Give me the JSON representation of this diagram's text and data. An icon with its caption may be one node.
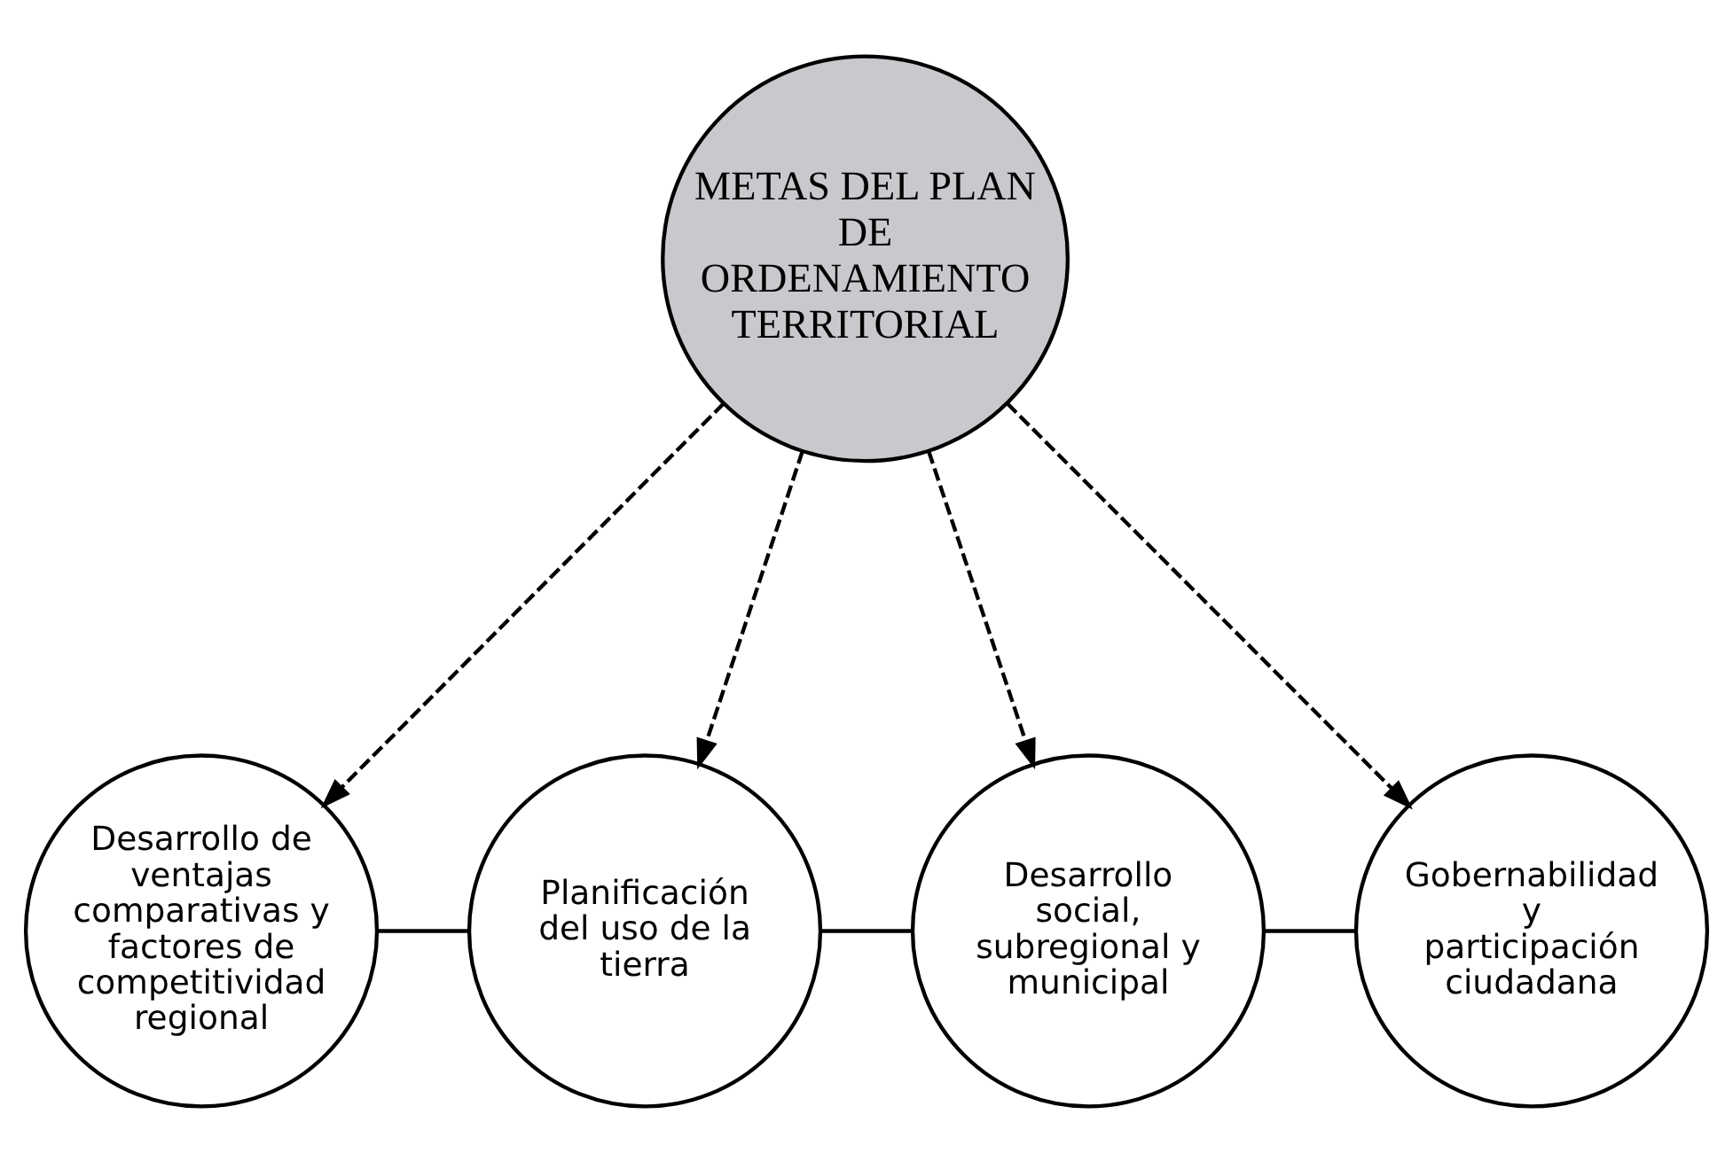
{
  "diagram": {
    "nodes": [
      {
        "text": [
          "METAS DEL PLAN DE ORDENAMIENTO TERRITORIAL"
        ]
      },
      {
        "text": [
          "Desarrollo de ventajas comparativas y factores de competitividad regional"
        ]
      },
      {
        "text": [
          "Planificación del uso de la tierra"
        ]
      },
      {
        "text": [
          "Desarrollo social, subregional y municipal"
        ]
      },
      {
        "text": [
          "Gobernabilidad y participación ciudadana"
        ]
      }
    ],
    "edges": [
      {
        "from": 0,
        "to": 1,
        "arrow": "to",
        "style": "dashed"
      },
      {
        "from": 0,
        "to": 2,
        "arrow": "to",
        "style": "dashed"
      },
      {
        "from": 0,
        "to": 3,
        "arrow": "to",
        "style": "dashed"
      },
      {
        "from": 0,
        "to": 4,
        "arrow": "to",
        "style": "dashed"
      },
      {
        "from": 1,
        "to": 2,
        "arrow": "none"
      },
      {
        "from": 2,
        "to": 3,
        "arrow": "none"
      },
      {
        "from": 3,
        "to": 4,
        "arrow": "none"
      }
    ]
  }
}
